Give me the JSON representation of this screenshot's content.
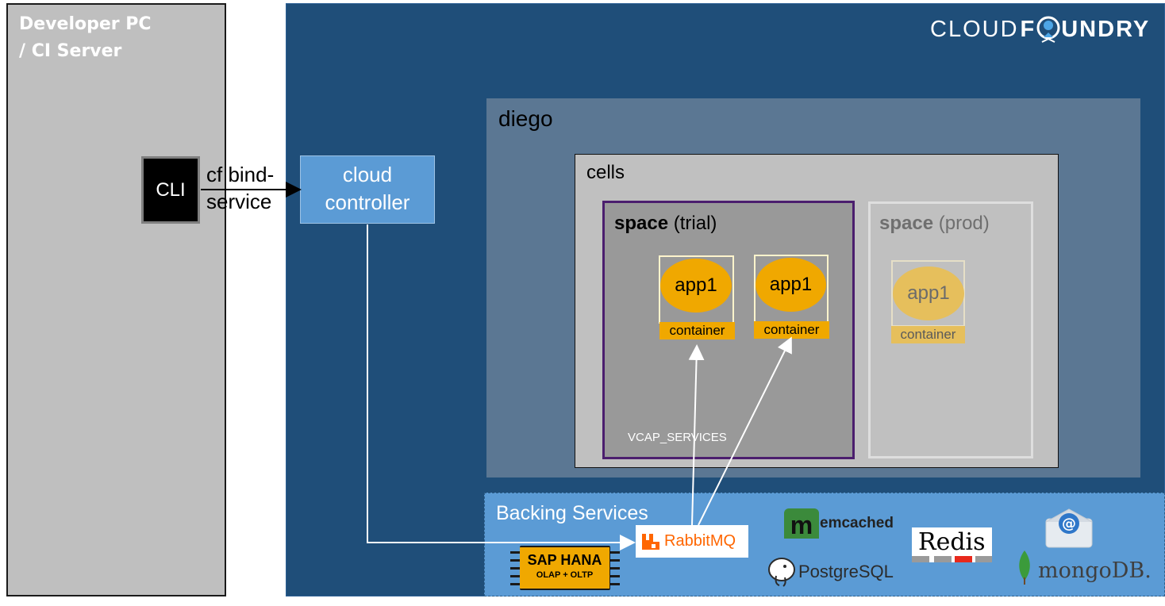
{
  "developer": {
    "title_line1": "Developer PC",
    "title_line2": "/ CI Server",
    "cli_label": "CLI"
  },
  "command": {
    "line1": "cf bind-",
    "line2": "service"
  },
  "cloudfoundry": {
    "logo_left": "CLOUD",
    "logo_right": "FUNDRY"
  },
  "cloud_controller": {
    "line1": "cloud",
    "line2": "controller"
  },
  "diego": {
    "label": "diego"
  },
  "cells": {
    "label": "cells"
  },
  "space_trial": {
    "bold": "space",
    "rest": " (trial)"
  },
  "space_prod": {
    "bold": "space",
    "rest": " (prod)"
  },
  "apps": [
    {
      "name": "app1",
      "container": "container"
    },
    {
      "name": "app1",
      "container": "container"
    },
    {
      "name": "app1",
      "container": "container"
    }
  ],
  "vcap": "VCAP_SERVICES",
  "backing": {
    "label": "Backing Services",
    "rabbitmq": "RabbitMQ",
    "sap_title": "SAP HANA",
    "sap_sub": "OLAP + OLTP",
    "memcached": "emcached",
    "memcached_m": "m",
    "redis": "Redis",
    "postgresql": "PostgreSQL",
    "mongodb": "mongoDB."
  },
  "colors": {
    "cf_blue": "#1f4e79",
    "diego_gray": "#5b7793",
    "app_orange": "#f0a800",
    "backing_blue": "#5b9bd5",
    "rabbit_orange": "#ff6600"
  }
}
